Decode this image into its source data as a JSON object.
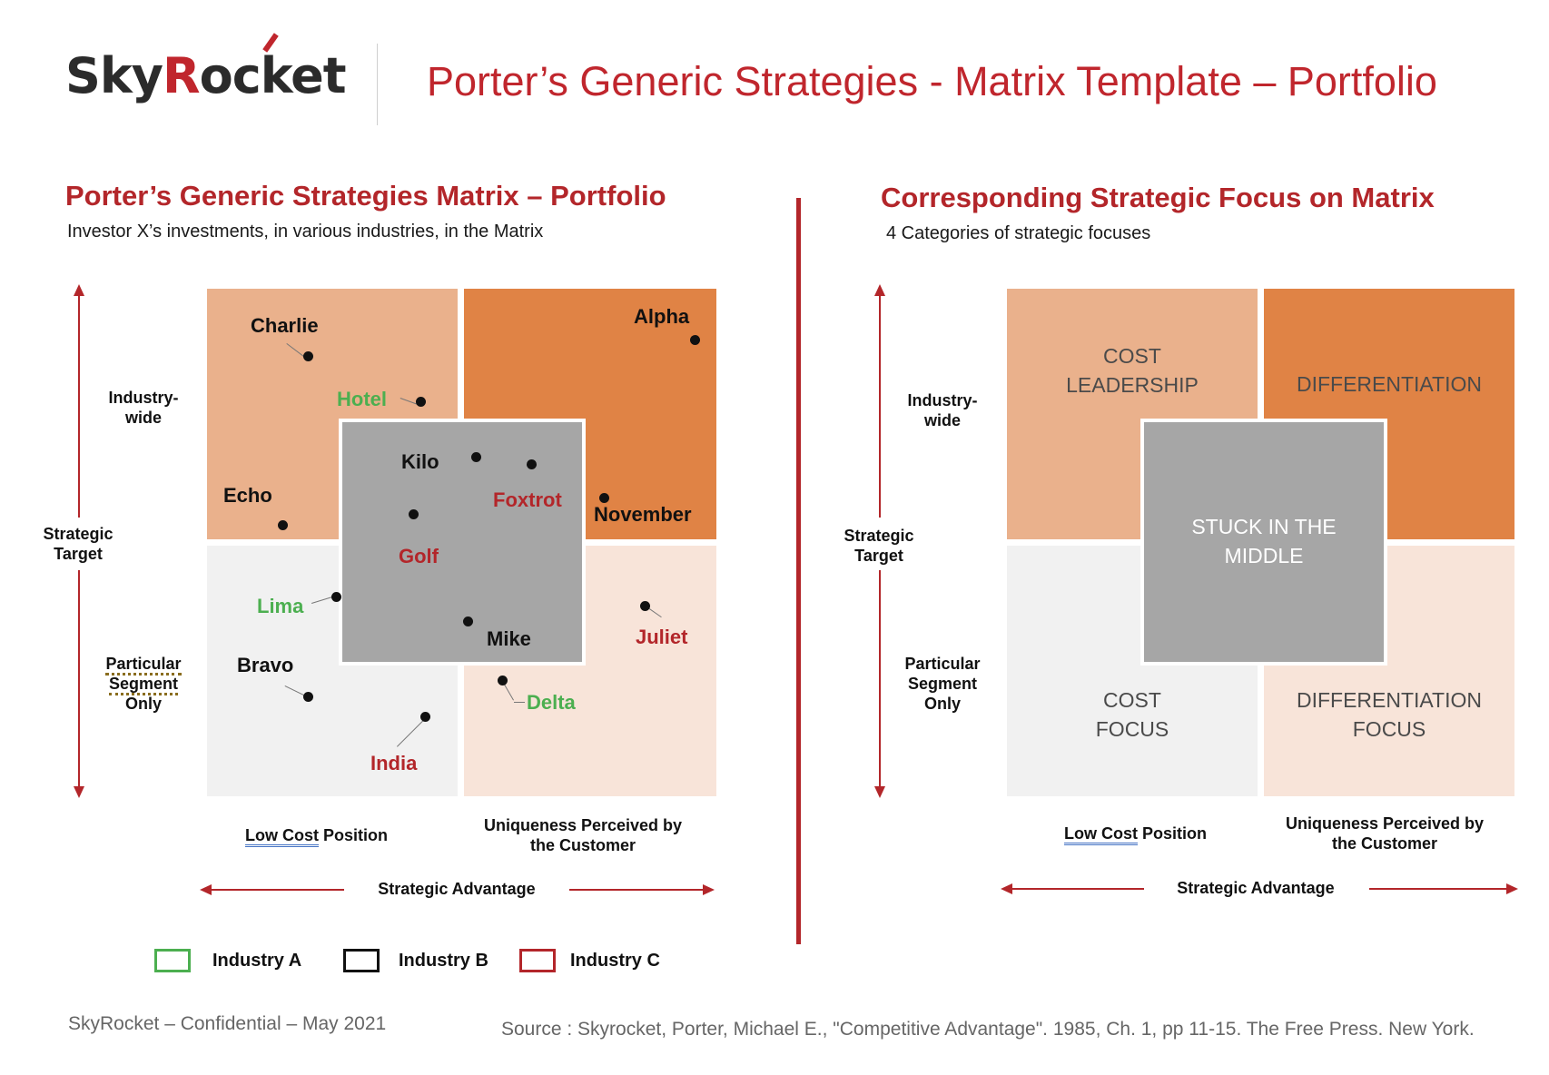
{
  "header": {
    "logo_text_1": "Sky",
    "logo_text_r": "R",
    "logo_text_2": "ocket",
    "title": "Porter’s Generic Strategies - Matrix Template – Portfolio"
  },
  "left_panel": {
    "title": "Porter’s Generic Strategies Matrix – Portfolio",
    "subtitle": "Investor X’s investments, in various industries, in the Matrix",
    "y_axis": {
      "top_label": "Industry-\nwide",
      "middle_label": "Strategic\nTarget",
      "bottom_label_1": "Particular",
      "bottom_label_2": "Segment",
      "bottom_label_3": "Only"
    },
    "x_axis": {
      "left_label_underlined": "Low Cost",
      "left_label_rest": " Position",
      "right_label": "Uniqueness Perceived by\nthe Customer",
      "axis_title": "Strategic Advantage"
    },
    "points": [
      {
        "name": "Charlie",
        "industry": "B"
      },
      {
        "name": "Hotel",
        "industry": "A"
      },
      {
        "name": "Alpha",
        "industry": "B"
      },
      {
        "name": "Kilo",
        "industry": "B"
      },
      {
        "name": "Foxtrot",
        "industry": "C"
      },
      {
        "name": "November",
        "industry": "B"
      },
      {
        "name": "Echo",
        "industry": "B"
      },
      {
        "name": "Golf",
        "industry": "C"
      },
      {
        "name": "Lima",
        "industry": "A"
      },
      {
        "name": "Mike",
        "industry": "B"
      },
      {
        "name": "Juliet",
        "industry": "C"
      },
      {
        "name": "Bravo",
        "industry": "B"
      },
      {
        "name": "Delta",
        "industry": "A"
      },
      {
        "name": "India",
        "industry": "C"
      }
    ],
    "legend": [
      {
        "label": "Industry A",
        "color": "#4caf50"
      },
      {
        "label": "Industry B",
        "color": "#111111"
      },
      {
        "label": "Industry C",
        "color": "#b3262a"
      }
    ]
  },
  "right_panel": {
    "title": "Corresponding Strategic Focus on Matrix",
    "subtitle": "4 Categories of strategic focuses",
    "y_axis": {
      "top_label": "Industry-\nwide",
      "middle_label": "Strategic\nTarget",
      "bottom_label": "Particular\nSegment\nOnly"
    },
    "x_axis": {
      "left_label_underlined": "Low Cost",
      "left_label_rest": " Position",
      "right_label": "Uniqueness Perceived by\nthe Customer",
      "axis_title": "Strategic Advantage"
    },
    "quadrants": {
      "top_left": "COST\nLEADERSHIP",
      "top_right": "DIFFERENTIATION",
      "center": "STUCK IN THE\nMIDDLE",
      "bottom_left": "COST\nFOCUS",
      "bottom_right": "DIFFERENTIATION\nFOCUS"
    }
  },
  "colors": {
    "accent": "#b3262a",
    "cost_leadership": "#eab18c",
    "differentiation": "#e08345",
    "cost_focus": "#f1f1f1",
    "differentiation_focus": "#f8e4d9",
    "stuck_in_middle": "#a6a6a6",
    "industry_a": "#4caf50",
    "industry_b": "#111111",
    "industry_c": "#b3262a"
  },
  "footer": {
    "left": "SkyRocket – Confidential – May 2021",
    "source": "Source : Skyrocket, Porter, Michael E., \"Competitive Advantage\". 1985, Ch. 1, pp 11-15. The Free Press. New York."
  }
}
